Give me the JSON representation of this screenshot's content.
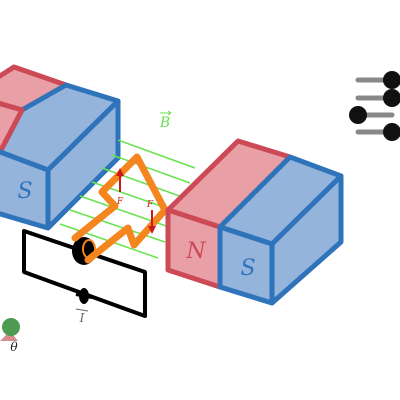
{
  "labels": {
    "left_magnet_pole": "S",
    "right_magnet_north": "N",
    "right_magnet_south": "S",
    "field_vector": "B",
    "current_label": "I",
    "angle_label": "θ",
    "force_labels": [
      "F",
      "F"
    ]
  },
  "sliders": {
    "count": 4,
    "values": [
      0.9,
      0.9,
      0.05,
      0.9
    ]
  },
  "colors": {
    "north": "#e8a0a6",
    "south": "#94b4dc",
    "north_edge": "#cc4a55",
    "south_edge": "#2f74ba",
    "field_line": "#66e24d",
    "coil": "#f5861f",
    "force": "#cc1a1a",
    "angle_handle": "#4f9a52",
    "slider_track": "#888888",
    "slider_knob": "#111111"
  },
  "icons": {
    "angle_handle": "circle-handle-icon",
    "slider_knob": "circle-knob-icon"
  }
}
